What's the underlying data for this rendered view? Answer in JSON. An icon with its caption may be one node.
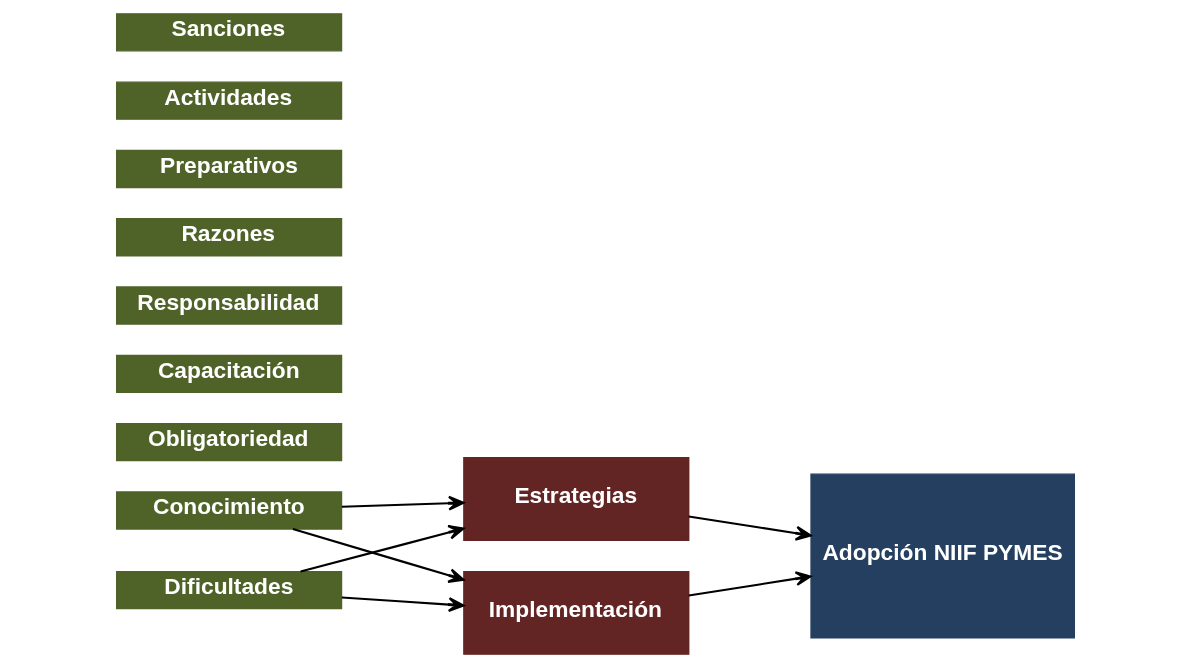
{
  "diagram": {
    "nodes": [
      {
        "text": [
          "Conocimiento"
        ]
      },
      {
        "text": [
          "Obligatoriedad"
        ]
      },
      {
        "text": [
          "Capacitación"
        ]
      },
      {
        "text": [
          "Responsabilidad"
        ]
      },
      {
        "text": [
          "Razones"
        ]
      },
      {
        "text": [
          "Preparativos"
        ]
      },
      {
        "text": [
          "Actividades"
        ]
      },
      {
        "text": [
          "Sanciones"
        ]
      },
      {
        "text": [
          "Dificultades"
        ]
      },
      {
        "text": [
          "Estrategias"
        ]
      },
      {
        "text": [
          "Implementación"
        ]
      },
      {
        "text": [
          "Adopción NIIF PYMES"
        ]
      }
    ],
    "edges": [
      {
        "from": 0,
        "to": 9,
        "arrow": "to"
      },
      {
        "from": 0,
        "to": 10,
        "arrow": "to"
      },
      {
        "from": 8,
        "to": 9,
        "arrow": "to"
      },
      {
        "from": 8,
        "to": 10,
        "arrow": "to"
      },
      {
        "from": 9,
        "to": 11,
        "arrow": "to"
      },
      {
        "from": 10,
        "to": 11,
        "arrow": "to"
      }
    ]
  }
}
